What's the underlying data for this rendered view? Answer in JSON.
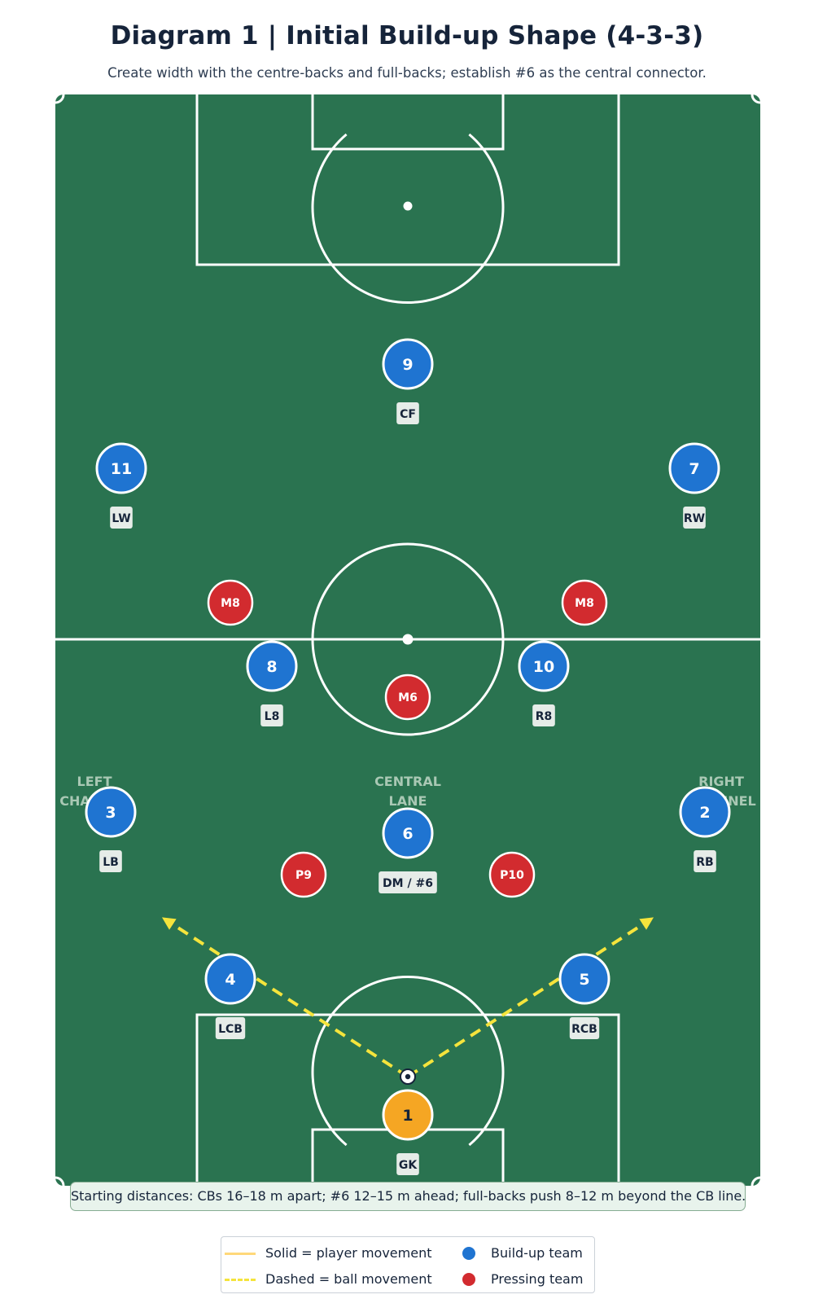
{
  "title": "Diagram 1 | Initial Build-up Shape (4-3-3)",
  "subtitle": "Create width with the centre-backs and full-backs; establish #6 as the central connector.",
  "colors": {
    "pitch": "#2a7350",
    "lines": "#ffffff",
    "build_up_team": "#1f74d1",
    "pressing_team": "#d22b2f",
    "goalkeeper": "#f5a623",
    "ball_movement": "#f5e43c",
    "player_movement": "#ffd87a",
    "lane_label": "#a9c8b4",
    "role_tag_bg": "#e6ece8",
    "role_tag_text": "#16243a"
  },
  "lanes": [
    {
      "id": "left",
      "lines": [
        "LEFT",
        "CHANNEL"
      ]
    },
    {
      "id": "central",
      "lines": [
        "CENTRAL",
        "LANE"
      ]
    },
    {
      "id": "right",
      "lines": [
        "RIGHT",
        "CHANNEL"
      ]
    }
  ],
  "build_up_team": [
    {
      "number": "9",
      "role": "CF"
    },
    {
      "number": "11",
      "role": "LW"
    },
    {
      "number": "7",
      "role": "RW"
    },
    {
      "number": "8",
      "role": "L8"
    },
    {
      "number": "10",
      "role": "R8"
    },
    {
      "number": "3",
      "role": "LB"
    },
    {
      "number": "6",
      "role": "DM / #6"
    },
    {
      "number": "2",
      "role": "RB"
    },
    {
      "number": "4",
      "role": "LCB"
    },
    {
      "number": "5",
      "role": "RCB"
    },
    {
      "number": "1",
      "role": "GK",
      "goalkeeper": true
    }
  ],
  "pressing_team": [
    {
      "label": "M8"
    },
    {
      "label": "M8"
    },
    {
      "label": "M6"
    },
    {
      "label": "P9"
    },
    {
      "label": "P10"
    }
  ],
  "ball_movements": [
    {
      "from": "ball",
      "to": "4",
      "extends_into": "left channel"
    },
    {
      "from": "ball",
      "to": "5",
      "extends_into": "right channel"
    }
  ],
  "note": "Starting distances: CBs 16–18 m apart; #6 12–15 m ahead; full-backs push 8–12 m beyond the CB line.",
  "legend": {
    "solid": "Solid = player movement",
    "dashed": "Dashed = ball movement",
    "build_up": "Build-up team",
    "pressing": "Pressing team"
  }
}
